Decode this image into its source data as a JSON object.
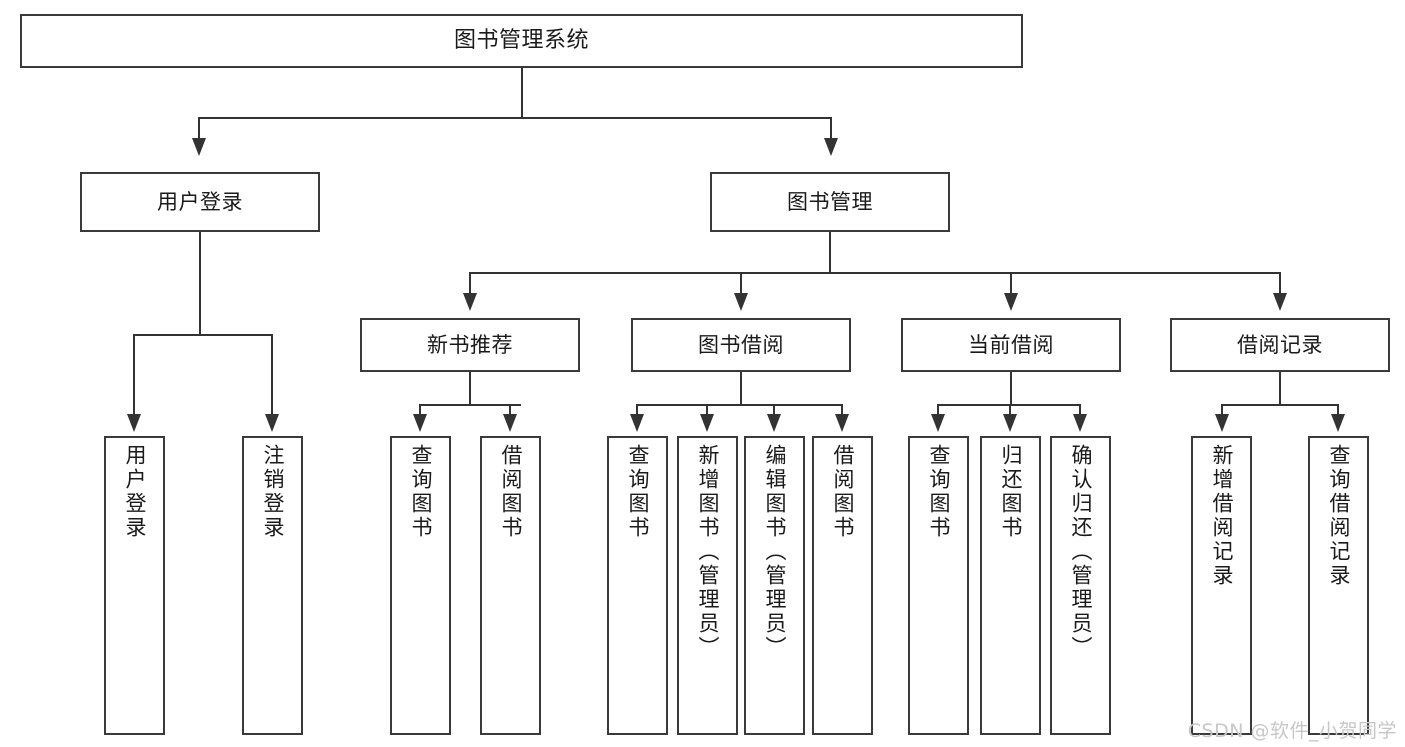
{
  "diagram": {
    "title": "图书管理系统",
    "type": "functional-structure-tree",
    "root": {
      "label": "图书管理系统"
    },
    "level2": [
      {
        "label": "用户登录"
      },
      {
        "label": "图书管理"
      }
    ],
    "level3": [
      {
        "label": "新书推荐"
      },
      {
        "label": "图书借阅"
      },
      {
        "label": "当前借阅"
      },
      {
        "label": "借阅记录"
      }
    ],
    "leaves": {
      "user_login": [
        {
          "label": "用户登录"
        },
        {
          "label": "注销登录"
        }
      ],
      "new_book_recommend": [
        {
          "label": "查询图书"
        },
        {
          "label": "借阅图书"
        }
      ],
      "book_borrow": [
        {
          "label": "查询图书"
        },
        {
          "label": "新增图书（管理员）"
        },
        {
          "label": "编辑图书（管理员）"
        },
        {
          "label": "借阅图书"
        }
      ],
      "current_borrow": [
        {
          "label": "查询图书"
        },
        {
          "label": "归还图书"
        },
        {
          "label": "确认归还（管理员）"
        }
      ],
      "borrow_record": [
        {
          "label": "新增借阅记录"
        },
        {
          "label": "查询借阅记录"
        }
      ]
    }
  },
  "watermark": {
    "text": "CSDN @软件_小贺同学"
  },
  "colors": {
    "box_border": "#3a3a3a",
    "line": "#333333",
    "background": "#ffffff",
    "text": "#1a1a1a",
    "watermark": "#c7c7c7"
  }
}
